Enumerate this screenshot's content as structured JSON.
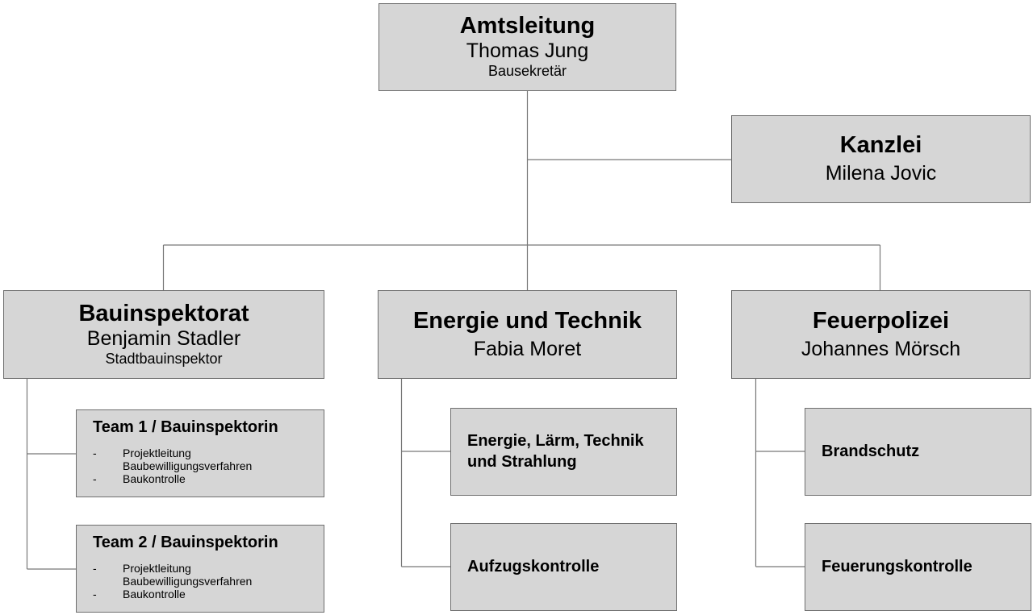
{
  "org": {
    "head": {
      "title": "Amtsleitung",
      "name": "Thomas Jung",
      "role": "Bausekretär"
    },
    "kanzlei": {
      "title": "Kanzlei",
      "name": "Milena Jovic"
    },
    "bauinspektorat": {
      "title": "Bauinspektorat",
      "name": "Benjamin Stadler",
      "role": "Stadtbauinspektor"
    },
    "energie": {
      "title": "Energie und Technik",
      "name": "Fabia Moret"
    },
    "feuerpolizei": {
      "title": "Feuerpolizei",
      "name": "Johannes Mörsch"
    },
    "team1": {
      "title": "Team 1 / Bauinspektorin",
      "items": [
        "Projektleitung\nBaubewilligungsverfahren",
        "Baukontrolle"
      ]
    },
    "team2": {
      "title": "Team 2 / Bauinspektorin",
      "items": [
        "Projektleitung\nBaubewilligungsverfahren",
        "Baukontrolle"
      ]
    },
    "elts": {
      "title": "Energie, Lärm, Technik und Strahlung"
    },
    "aufzug": {
      "title": "Aufzugskontrolle"
    },
    "brandschutz": {
      "title": "Brandschutz"
    },
    "feuerung": {
      "title": "Feuerungskontrolle"
    }
  },
  "colors": {
    "box_fill": "#d6d6d6",
    "box_border": "#6e6e6e",
    "connector": "#777777"
  }
}
